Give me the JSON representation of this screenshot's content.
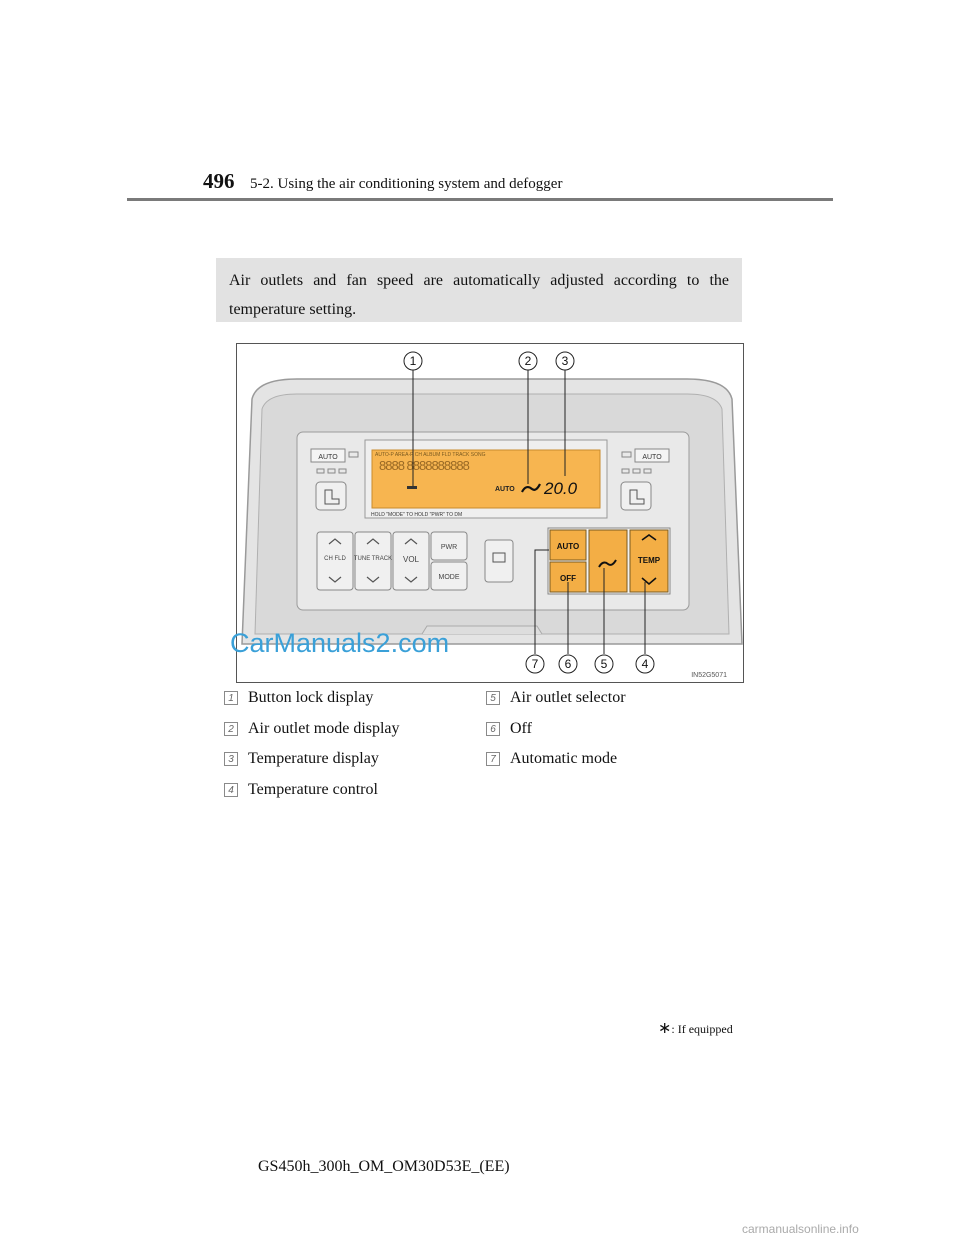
{
  "header": {
    "page_number": "496",
    "section": "5-2. Using the air conditioning system and defogger"
  },
  "note": "Air outlets and fan speed are automatically adjusted according to the temperature setting.",
  "figure": {
    "code": "IN52G5071",
    "callouts": [
      "1",
      "2",
      "3",
      "4",
      "5",
      "6",
      "7"
    ],
    "panel": {
      "auto_left": "AUTO",
      "auto_right": "AUTO",
      "lcd_auto": "AUTO",
      "lcd_temp": "20.0",
      "lcd_top_text": "AUTO-P AREA-P CH ALBUM FLD TRACK SONG",
      "lcd_bottom_text": "HOLD \"MODE\" TO    HOLD \"PWR\" TO DM",
      "ch_fld": "CH FLD",
      "tune_track": "TUNE TRACK",
      "vol": "VOL",
      "pwr": "PWR",
      "mode": "MODE",
      "auto_btn": "AUTO",
      "off_btn": "OFF",
      "temp_btn": "TEMP"
    }
  },
  "legend": [
    {
      "num": "1",
      "label": "Button lock display"
    },
    {
      "num": "2",
      "label": "Air outlet mode display"
    },
    {
      "num": "3",
      "label": "Temperature display"
    },
    {
      "num": "4",
      "label": "Temperature control"
    },
    {
      "num": "5",
      "label": "Air outlet selector"
    },
    {
      "num": "6",
      "label": "Off"
    },
    {
      "num": "7",
      "label": "Automatic mode"
    }
  ],
  "footnote": {
    "symbol": "∗",
    "text": ": If equipped"
  },
  "footer": "GS450h_300h_OM_OM30D53E_(EE)",
  "watermarks": [
    "CarManuals2.com",
    "carmanualsonline.info"
  ],
  "colors": {
    "lcd": "#f7b550",
    "button_orange": "#f3ae45",
    "note_bg": "#e2e2e2"
  }
}
